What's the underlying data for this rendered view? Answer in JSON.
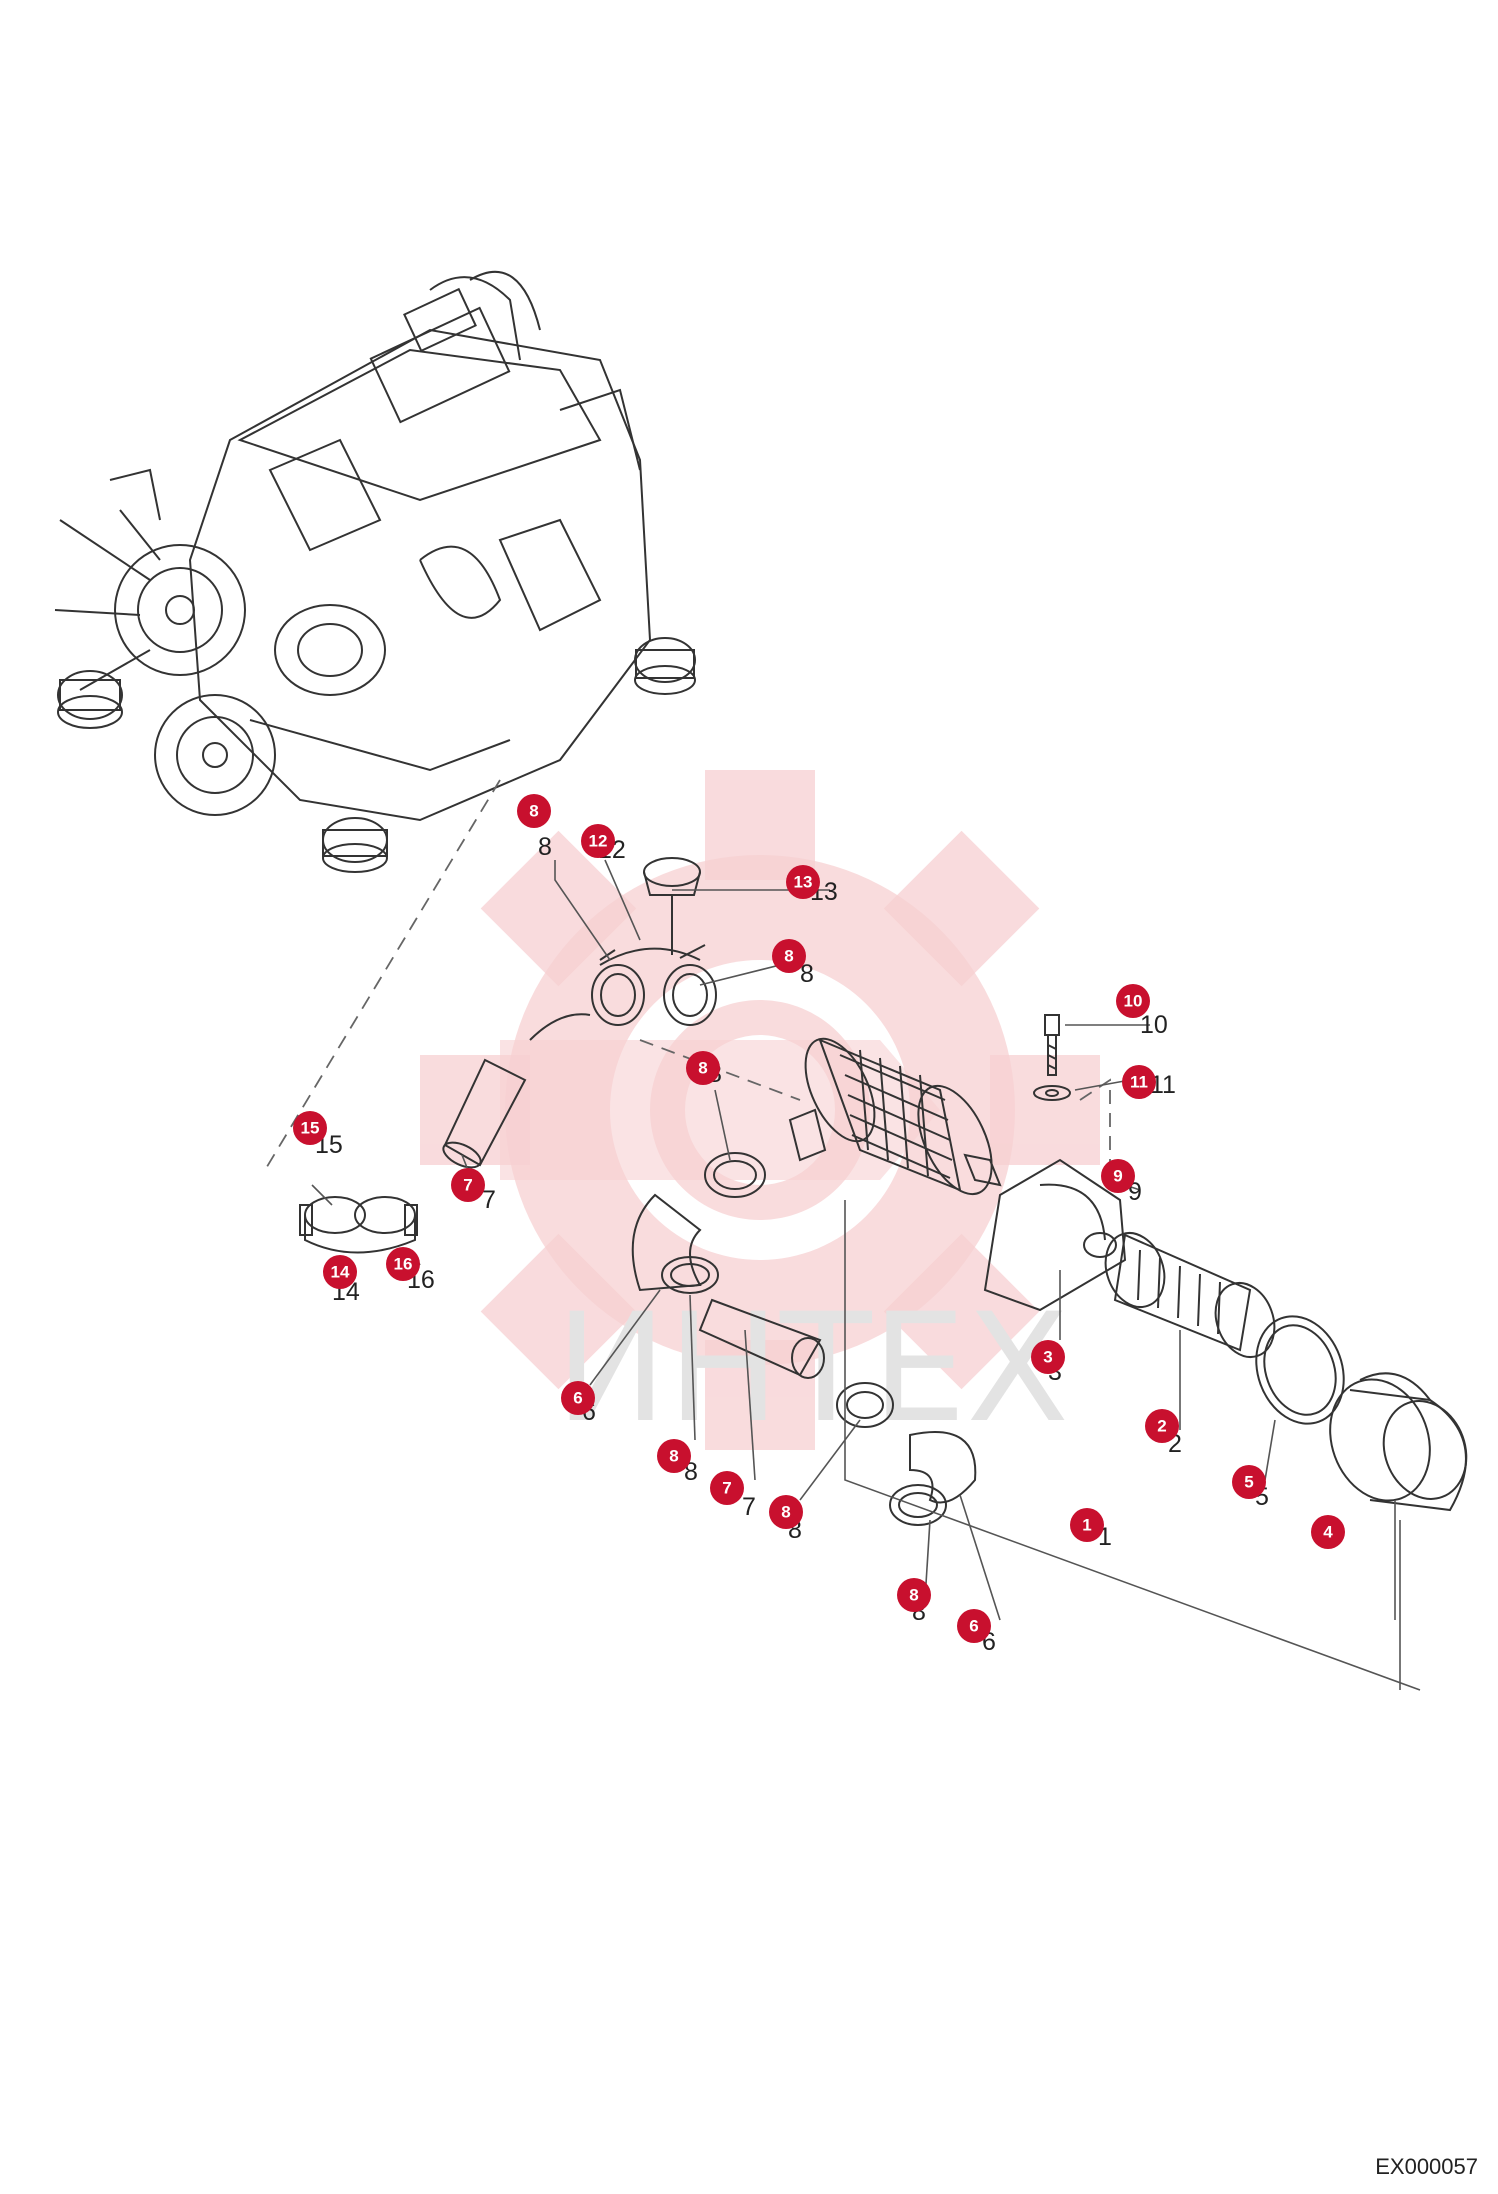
{
  "watermark": {
    "text": "ИНТЕХ",
    "color": "#f7d0d2"
  },
  "document_code": "EX000057",
  "colors": {
    "badge": "#c8102e",
    "line": "#333333"
  },
  "callouts": [
    {
      "id": "c8a",
      "label": "8"
    },
    {
      "id": "c12",
      "label": "12"
    },
    {
      "id": "c13",
      "label": "13"
    },
    {
      "id": "c8b",
      "label": "8"
    },
    {
      "id": "c10",
      "label": "10"
    },
    {
      "id": "c11",
      "label": "11"
    },
    {
      "id": "c8c",
      "label": "8"
    },
    {
      "id": "c15",
      "label": "15"
    },
    {
      "id": "c7a",
      "label": "7"
    },
    {
      "id": "c9",
      "label": "9"
    },
    {
      "id": "c14",
      "label": "14"
    },
    {
      "id": "c16",
      "label": "16"
    },
    {
      "id": "c3",
      "label": "3"
    },
    {
      "id": "c6a",
      "label": "6"
    },
    {
      "id": "c2",
      "label": "2"
    },
    {
      "id": "c8d",
      "label": "8"
    },
    {
      "id": "c7b",
      "label": "7"
    },
    {
      "id": "c8e",
      "label": "8"
    },
    {
      "id": "c5",
      "label": "5"
    },
    {
      "id": "c1",
      "label": "1"
    },
    {
      "id": "c4",
      "label": "4"
    },
    {
      "id": "c8f",
      "label": "8"
    },
    {
      "id": "c6b",
      "label": "6"
    }
  ],
  "part_numbers": [
    {
      "id": "n8a",
      "text": "8"
    },
    {
      "id": "n12",
      "text": "12"
    },
    {
      "id": "n13",
      "text": "13"
    },
    {
      "id": "n8b",
      "text": "8"
    },
    {
      "id": "n10",
      "text": "10"
    },
    {
      "id": "n11",
      "text": "11"
    },
    {
      "id": "n8c",
      "text": "8"
    },
    {
      "id": "n15",
      "text": "15"
    },
    {
      "id": "n7a",
      "text": "7"
    },
    {
      "id": "n9",
      "text": "9"
    },
    {
      "id": "n14",
      "text": "14"
    },
    {
      "id": "n16",
      "text": "16"
    },
    {
      "id": "n3",
      "text": "3"
    },
    {
      "id": "n6a",
      "text": "6"
    },
    {
      "id": "n2",
      "text": "2"
    },
    {
      "id": "n8d",
      "text": "8"
    },
    {
      "id": "n7b",
      "text": "7"
    },
    {
      "id": "n8e",
      "text": "8"
    },
    {
      "id": "n5",
      "text": "5"
    },
    {
      "id": "n1",
      "text": "1"
    },
    {
      "id": "n4",
      "text": "4"
    },
    {
      "id": "n8f",
      "text": "8"
    },
    {
      "id": "n6b",
      "text": "6"
    }
  ]
}
